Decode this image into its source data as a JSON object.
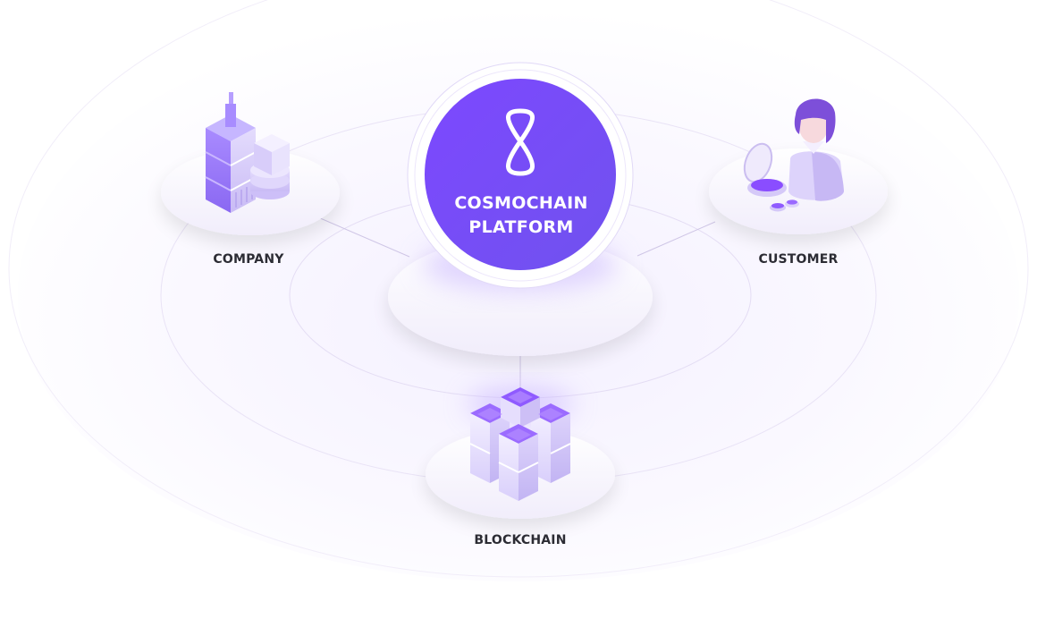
{
  "platform": {
    "title_line1": "COSMOCHAIN",
    "title_line2": "PLATFORM",
    "logo_icon": "infinity-loop-icon"
  },
  "nodes": {
    "company": {
      "label": "COMPANY",
      "icon": "office-building-icon"
    },
    "customer": {
      "label": "CUSTOMER",
      "icon": "woman-with-cosmetics-icon"
    },
    "blockchain": {
      "label": "BLOCKCHAIN",
      "icon": "stacked-blocks-icon"
    }
  },
  "colors": {
    "primary_purple": "#7a49ff",
    "light_lavender": "#efe9ff",
    "label_text": "#2c2c34"
  }
}
